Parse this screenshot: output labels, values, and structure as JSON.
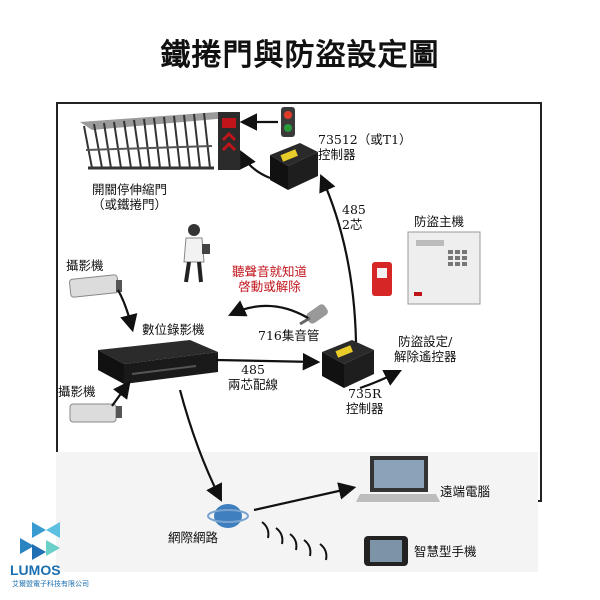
{
  "title": "鐵捲門與防盜設定圖",
  "labels": {
    "gate": "開關停伸縮門\n（或鐵捲門）",
    "ctrl_73512": "73512（或T1）\n控制器",
    "cable_485_top": "485\n2芯",
    "alarm_host": "防盜主機",
    "camera_top": "攝影機",
    "hear_sound": "聽聲音就知道\n啓動或解除",
    "dvr": "數位錄影機",
    "buzzer": "716集音管",
    "remote": "防盜設定/\n解除遙控器",
    "cable_485_bottom": "485\n兩芯配線",
    "ctrl_735r": "735R\n控制器",
    "camera_bottom": "攝影機",
    "remote_pc": "遠端電腦",
    "network": "網際網路",
    "smartphone": "智慧型手機"
  },
  "logo": {
    "name": "LUMOS",
    "sub": "艾爾盟電子科技有限公司"
  }
}
